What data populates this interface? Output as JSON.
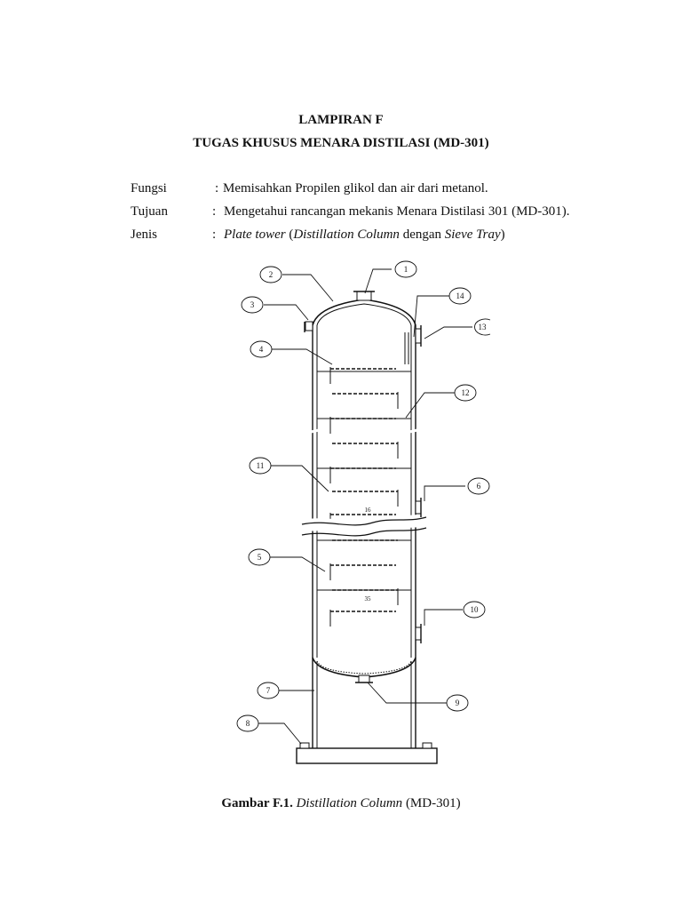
{
  "document": {
    "title": "LAMPIRAN F",
    "subtitle": "TUGAS KHUSUS MENARA DISTILASI  (MD-301)",
    "spec": {
      "fungsi_label": "Fungsi",
      "fungsi_colon": ":",
      "fungsi_value": "Memisahkan Propilen glikol dan air dari metanol.",
      "tujuan_label": "Tujuan",
      "tujuan_colon": ":",
      "tujuan_value": "Mengetahui rancangan mekanis Menara Distilasi 301 (MD-301).",
      "jenis_label": "Jenis",
      "jenis_colon": ":",
      "jenis_value": {
        "part1": "Plate tower",
        "part2": " (",
        "part3": "Distillation Column",
        "part4": " dengan ",
        "part5": "Sieve Tray",
        "part6": ")"
      }
    },
    "caption": {
      "label": "Gambar F.1.",
      "title": "Distillation Column",
      "suffix": " (MD-301)"
    }
  },
  "diagram": {
    "callouts": [
      "1",
      "2",
      "3",
      "4",
      "5",
      "6",
      "7",
      "8",
      "9",
      "10",
      "11",
      "12",
      "13",
      "14"
    ],
    "stage_labels": [
      "16",
      "35"
    ]
  }
}
